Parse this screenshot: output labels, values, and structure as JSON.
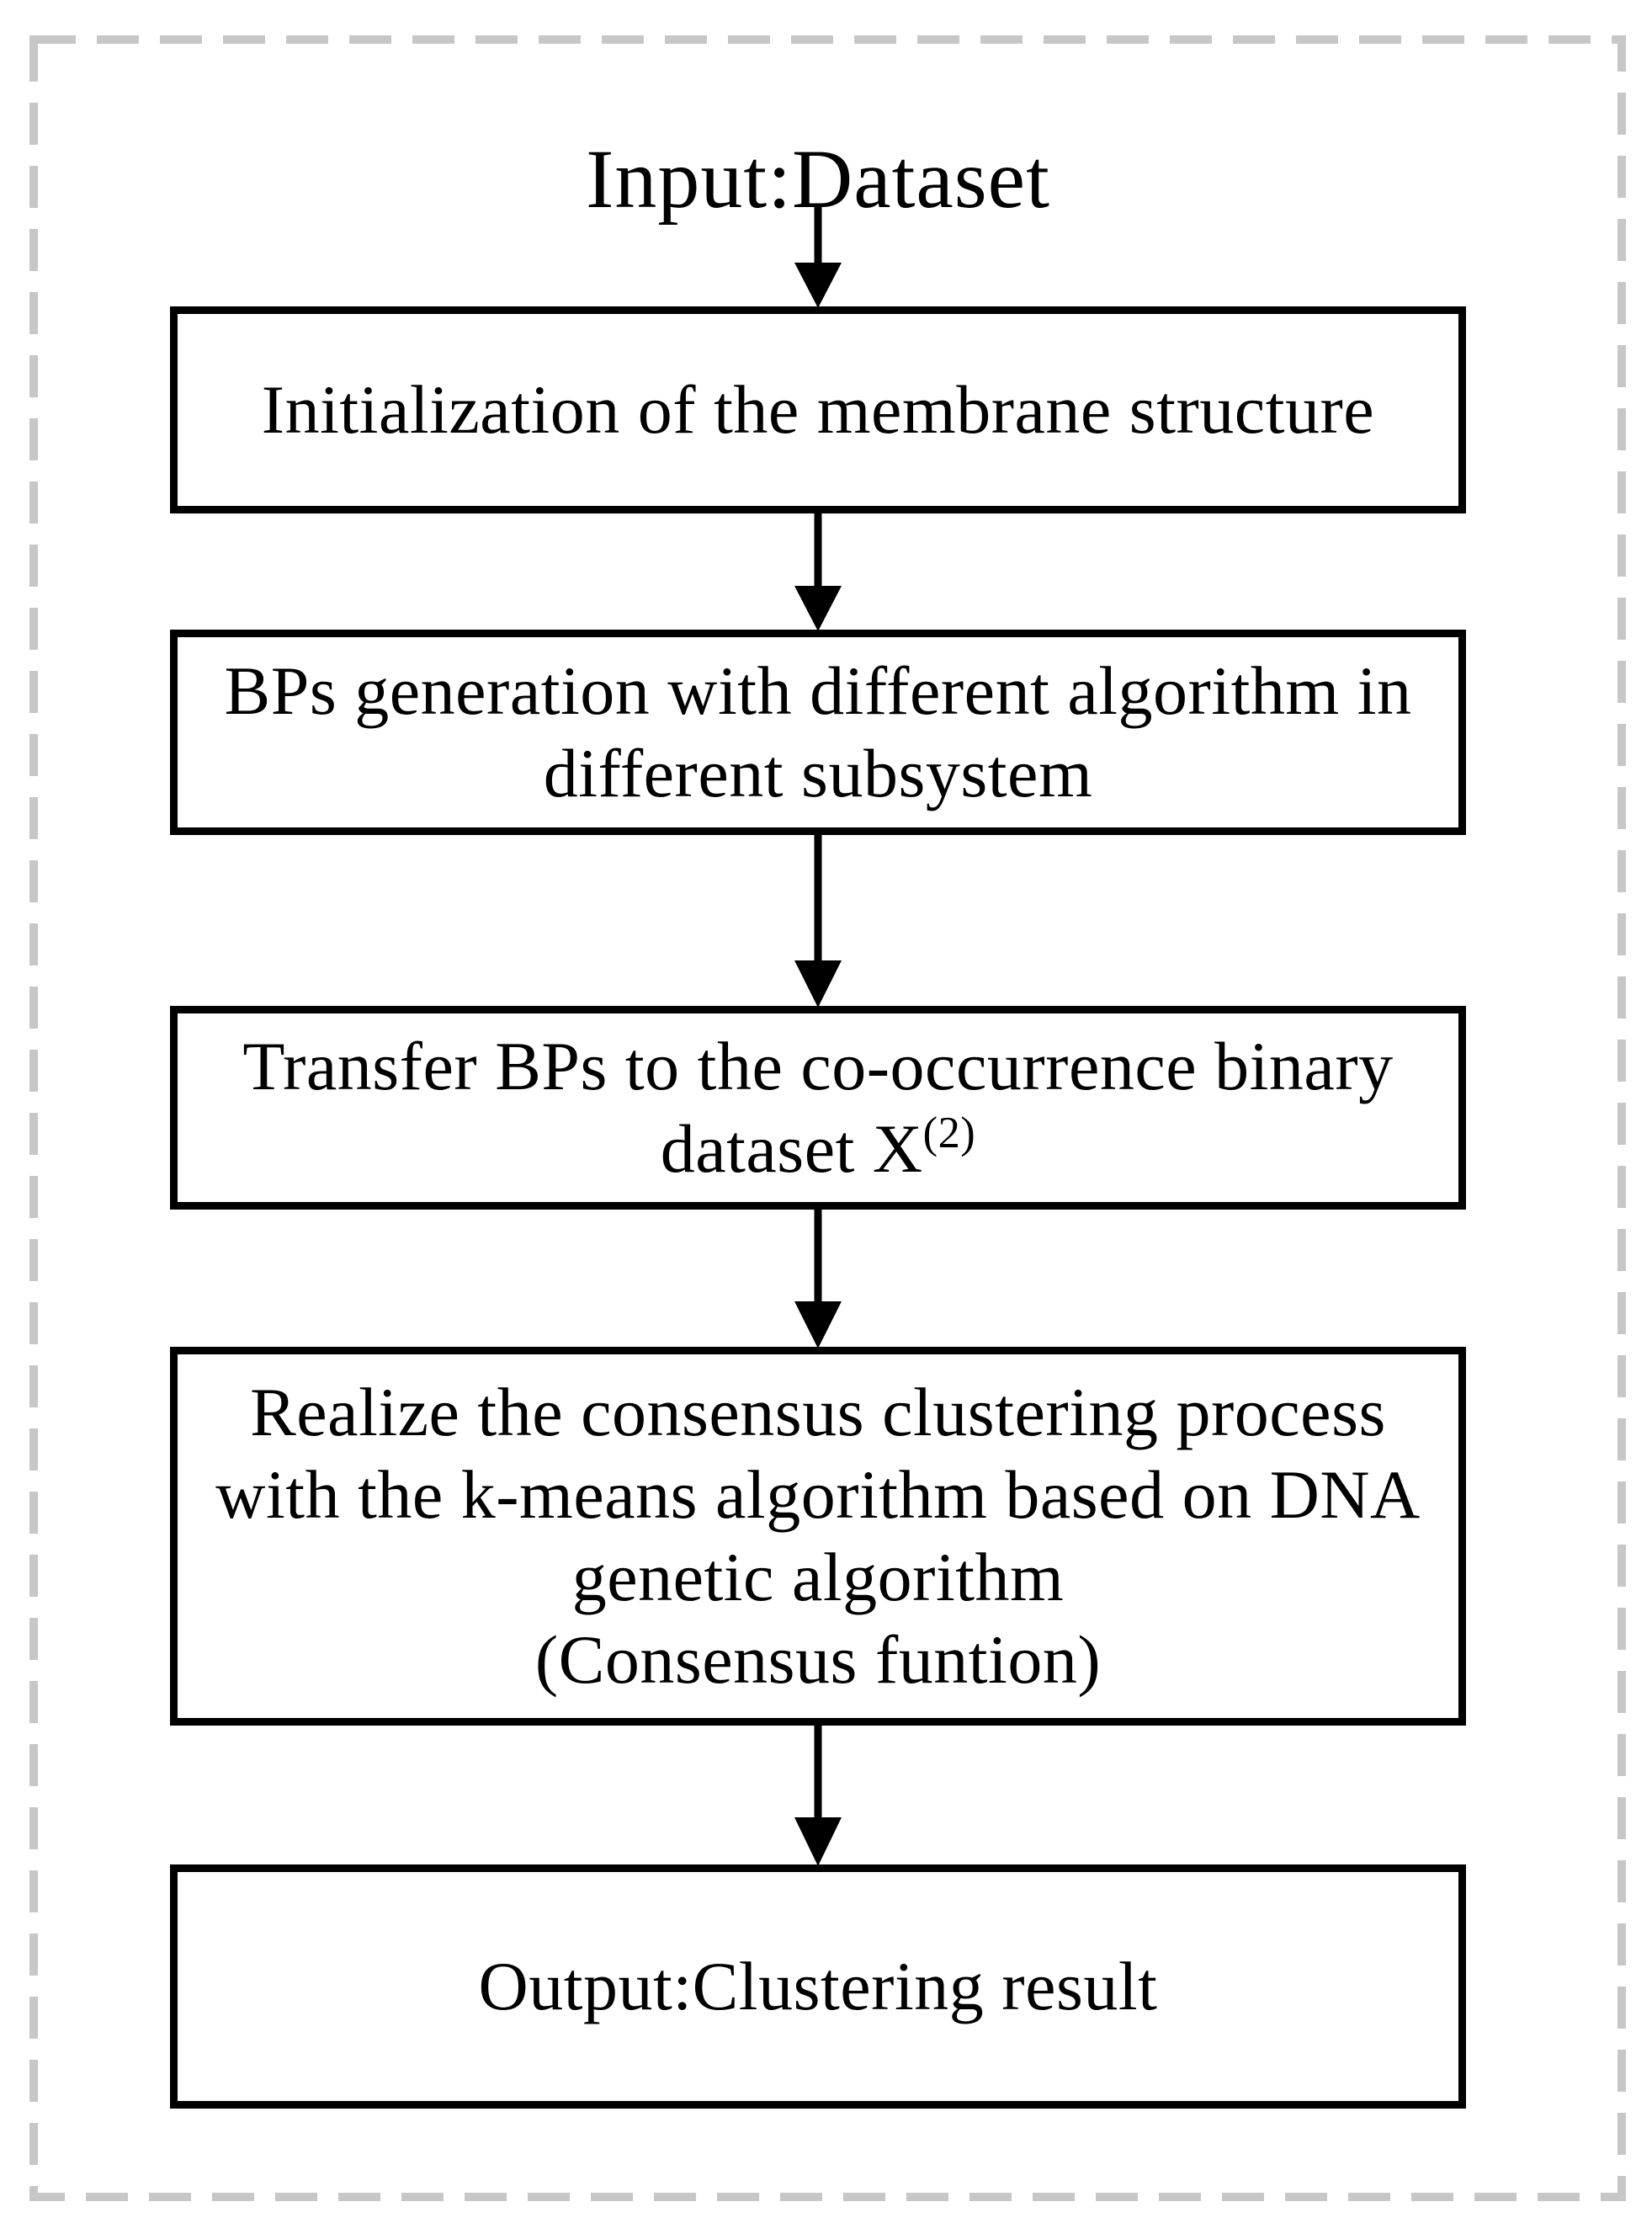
{
  "flowchart": {
    "input_label": "Input:Dataset",
    "boxes": [
      {
        "lines": [
          "Initialization of the membrane structure"
        ]
      },
      {
        "lines": [
          "BPs generation with different algorithm in",
          "different subsystem"
        ]
      },
      {
        "lines": [
          "Transfer BPs to the co-occurrence binary"
        ],
        "formula": {
          "base": "dataset X",
          "sup": "(2)"
        }
      },
      {
        "lines": [
          "Realize the consensus clustering process",
          "with the k-means algorithm based on DNA",
          "genetic algorithm",
          "(Consensus funtion)"
        ]
      },
      {
        "lines": [
          "Output:Clustering result"
        ]
      }
    ],
    "colors": {
      "line": "#000000",
      "dashed_frame": "#c7c7c7",
      "background": "#ffffff"
    }
  }
}
